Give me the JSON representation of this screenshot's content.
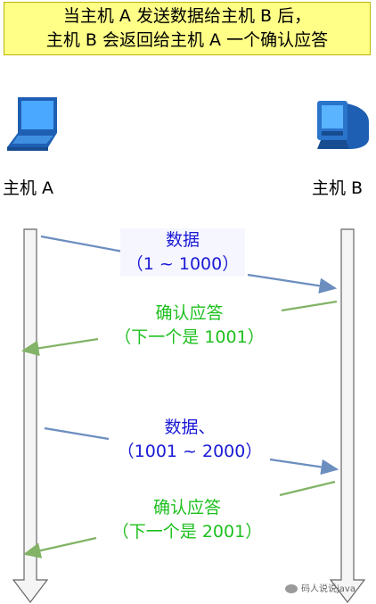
{
  "title": {
    "line1": "当主机 A 发送数据给主机 B 后，",
    "line2": "主机 B 会返回给主机 A 一个确认应答"
  },
  "hosts": {
    "a": {
      "label": "主机 A",
      "icon": "laptop-icon"
    },
    "b": {
      "label": "主机 B",
      "icon": "desktop-computer-icon"
    }
  },
  "messages": [
    {
      "kind": "data",
      "line1": "数据",
      "line2": "（1 ~ 1000）"
    },
    {
      "kind": "ack",
      "line1": "确认应答",
      "line2": "（下一个是 1001）"
    },
    {
      "kind": "data",
      "line1": "数据、",
      "line2": "（1001 ~ 2000）"
    },
    {
      "kind": "ack",
      "line1": "确认应答",
      "line2": "（下一个是 2001）"
    }
  ],
  "colors": {
    "data_text": "#1a1ad6",
    "ack_text": "#1ec01e",
    "data_arrow": "#6c8ebf",
    "ack_arrow": "#82b366",
    "title_bg": "#ffff88",
    "timeline_fill": "#f5f5f5",
    "timeline_stroke": "#666666"
  },
  "watermark": {
    "text": "码人说说java"
  }
}
